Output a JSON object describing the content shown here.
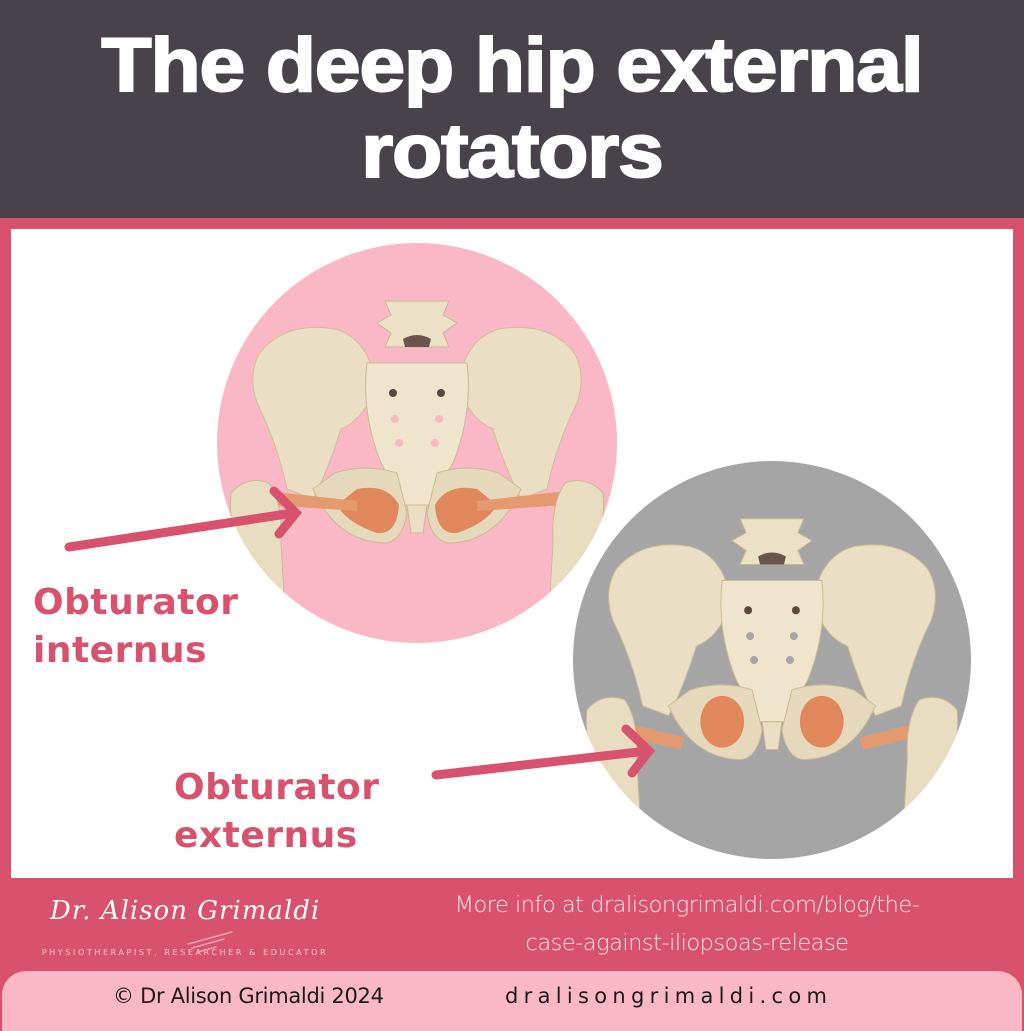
{
  "header": {
    "title": "The deep hip external rotators",
    "background": "#48434b"
  },
  "colors": {
    "accent_pink": "#d8526d",
    "light_pink": "#fab7c6",
    "grey_circle": "#a5a5a5",
    "bone": "#e9dcc0",
    "muscle": "#e0875c"
  },
  "illustrations": [
    {
      "id": "pelvis-anterior-pink",
      "muscle_highlighted": "Obturator internus",
      "background": "#fab7c6"
    },
    {
      "id": "pelvis-anterior-grey",
      "muscle_highlighted": "Obturator externus",
      "background": "#a5a5a5"
    }
  ],
  "labels": {
    "internus": {
      "line1": "Obturator",
      "line2": "internus"
    },
    "externus": {
      "line1": "Obturator",
      "line2": "externus"
    }
  },
  "footer": {
    "logo_name": "Dr. Alison Grimaldi",
    "logo_tagline": "PHYSIOTHERAPIST, RESEARCHER & EDUCATOR",
    "more_info_line1": "More info at dralisongrimaldi.com/blog/the-",
    "more_info_line2": "case-against-iliopsoas-release",
    "copyright": "© Dr Alison Grimaldi 2024",
    "website": "dralisongrimaldi.com"
  }
}
